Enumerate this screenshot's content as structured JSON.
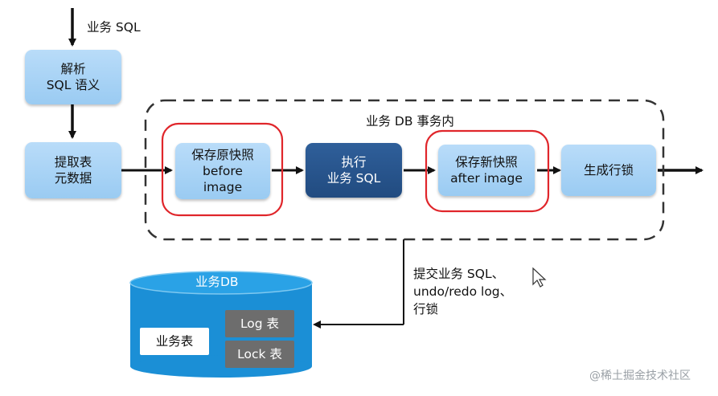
{
  "input_label": "业务 SQL",
  "parse_box": "解析\nSQL 语义",
  "extract_box": "提取表\n元数据",
  "tx_label": "业务 DB 事务内",
  "before_box": "保存原快照\nbefore\nimage",
  "exec_box": "执行\n业务 SQL",
  "after_box": "保存新快照\nafter image",
  "lock_box": "生成行锁",
  "commit_label": "提交业务 SQL、\nundo/redo log、\n行锁",
  "db": {
    "title": "业务DB",
    "table": "业务表",
    "log_table": "Log 表",
    "lock_table": "Lock 表"
  },
  "watermark": "@稀土掘金技术社区",
  "colors": {
    "light_box": "#a6d2f5",
    "dark_box": "#2a5790",
    "highlight": "#e0262b",
    "db_blue": "#1b8fd6"
  }
}
